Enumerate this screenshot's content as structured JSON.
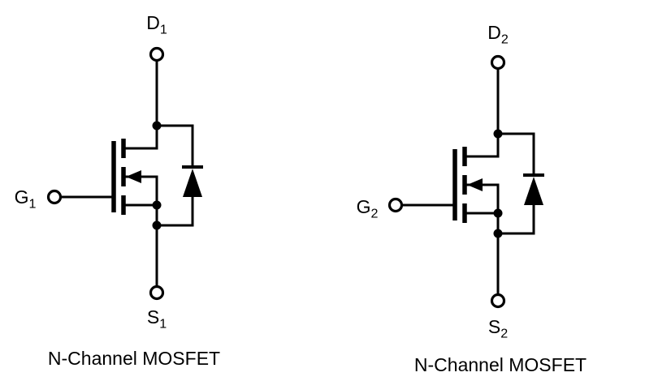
{
  "colors": {
    "line": "#000000",
    "background": "#ffffff"
  },
  "devices": [
    {
      "drain_letter": "D",
      "drain_subscript": "1",
      "gate_letter": "G",
      "gate_subscript": "1",
      "source_letter": "S",
      "source_subscript": "1",
      "caption": "N-Channel MOSFET"
    },
    {
      "drain_letter": "D",
      "drain_subscript": "2",
      "gate_letter": "G",
      "gate_subscript": "2",
      "source_letter": "S",
      "source_subscript": "2",
      "caption": "N-Channel MOSFET"
    }
  ]
}
